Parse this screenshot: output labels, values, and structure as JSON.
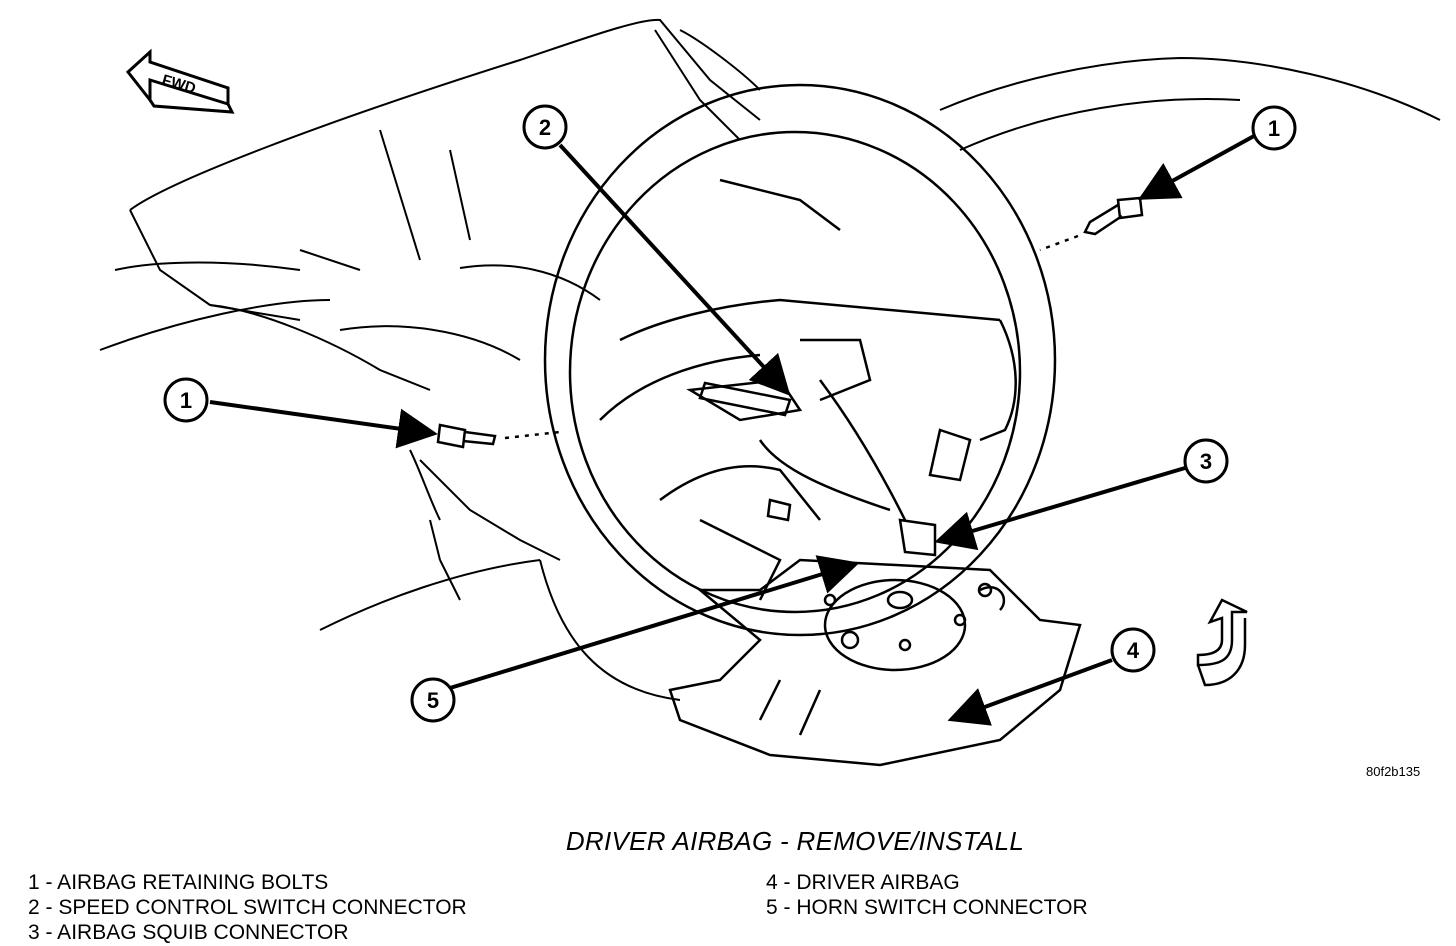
{
  "diagram": {
    "fwd_label": "FWD",
    "figure_code": "80f2b135",
    "title": "DRIVER AIRBAG - REMOVE/INSTALL",
    "callouts": [
      {
        "number": "1"
      },
      {
        "number": "2"
      },
      {
        "number": "1"
      },
      {
        "number": "3"
      },
      {
        "number": "4"
      },
      {
        "number": "5"
      }
    ],
    "legend": [
      "1 - AIRBAG RETAINING BOLTS",
      "2 - SPEED CONTROL SWITCH CONNECTOR",
      "3 - AIRBAG SQUIB CONNECTOR",
      "4 - DRIVER AIRBAG",
      "5 - HORN SWITCH CONNECTOR"
    ]
  }
}
